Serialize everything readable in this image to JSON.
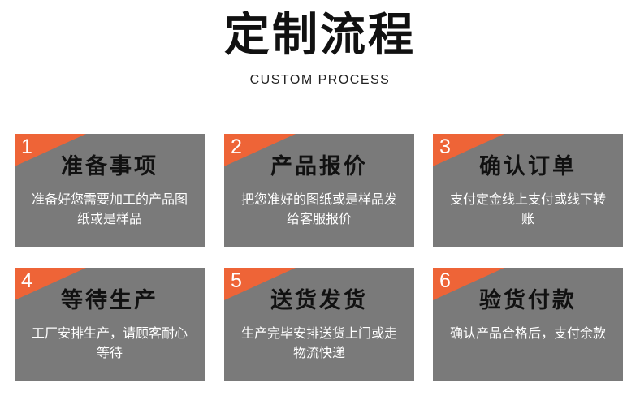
{
  "header": {
    "title": "定制流程",
    "subtitle": "CUSTOM PROCESS"
  },
  "colors": {
    "card_background": "#7a7a7a",
    "accent": "#ee6437",
    "title_text": "#111111",
    "desc_text": "#ffffff"
  },
  "steps": [
    {
      "number": "1",
      "title": "准备事项",
      "description": "准备好您需要加工的产品图纸或是样品"
    },
    {
      "number": "2",
      "title": "产品报价",
      "description": "把您准好的图纸或是样品发给客服报价"
    },
    {
      "number": "3",
      "title": "确认订单",
      "description": "支付定金线上支付或线下转账"
    },
    {
      "number": "4",
      "title": "等待生产",
      "description": "工厂安排生产，请顾客耐心等待"
    },
    {
      "number": "5",
      "title": "送货发货",
      "description": "生产完毕安排送货上门或走物流快递"
    },
    {
      "number": "6",
      "title": "验货付款",
      "description": "确认产品合格后，支付余款"
    }
  ]
}
